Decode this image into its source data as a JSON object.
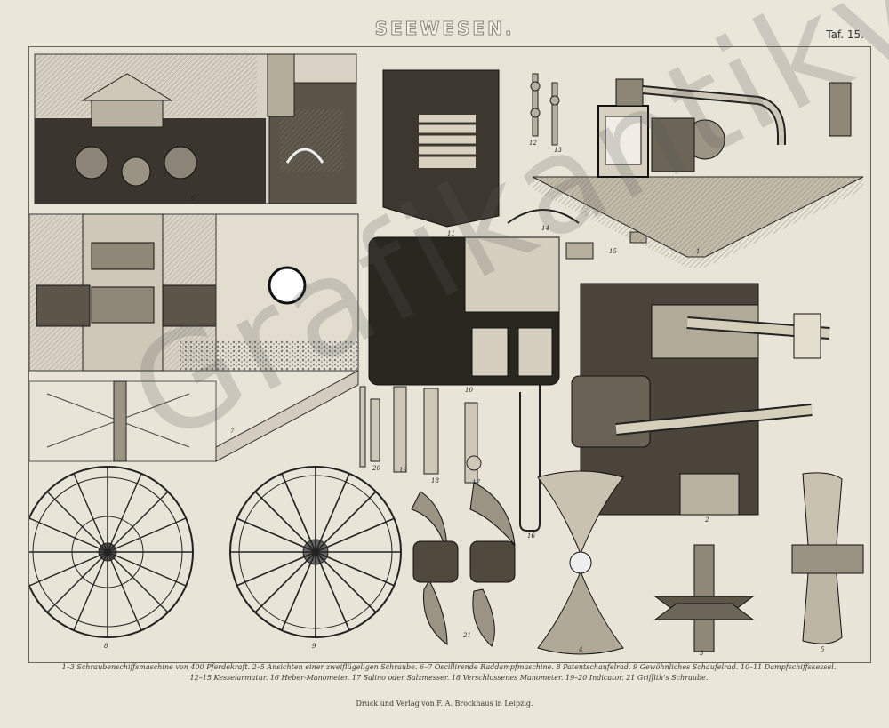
{
  "title": "SEEWESEN.",
  "plate_number": "Taf. 15.",
  "watermark": "Grafikantikva",
  "figure_labels": [
    "1",
    "2",
    "4",
    "5",
    "6",
    "7",
    "8",
    "9",
    "10",
    "11",
    "12",
    "13",
    "14",
    "15",
    "16",
    "17",
    "18",
    "19",
    "20",
    "21"
  ],
  "captions": {
    "line1": "1–3 Schraubenschiffsmaschine von 400 Pferdekraft.  2–5 Ansichten einer zweiflügeligen Schraube.  6–7 Oscillirende Raddampfmaschine.  8 Patentschaufelrad.  9 Gewöhnliches Schaufelrad.  10–11 Dampfschiffskessel.",
    "line2": "12–15 Kesselarmatur.  16 Heber-Manometer.  17 Salino oder Salzmesser.  18 Verschlossenes Manometer.  19–20 Indicator.  21 Griffith's Schraube."
  },
  "imprint": "Druck und Verlag von F. A. Brockhaus in Leipzig."
}
